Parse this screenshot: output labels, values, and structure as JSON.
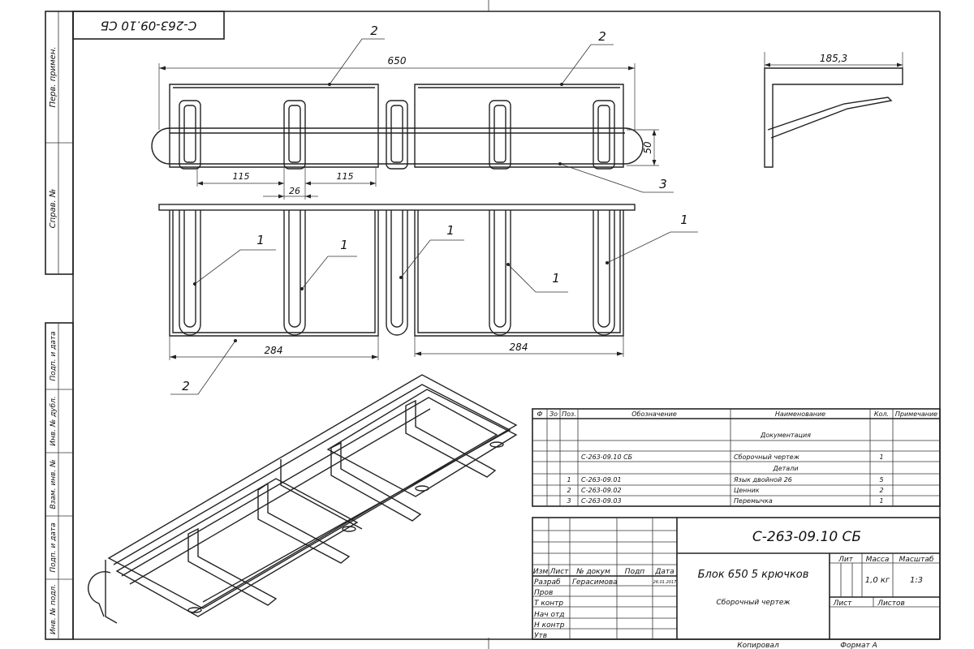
{
  "code_stamp": "С-263-09.10 СБ",
  "side_strip": [
    "Перв. примен.",
    "Справ. №",
    "Подп. и дата",
    "Инв. № дубл.",
    "Взам. инв. №",
    "Подп. и дата",
    "Инв. № подл."
  ],
  "dims": {
    "total": "650",
    "depth": "185,3",
    "height": "50",
    "pitch_left": "115",
    "pitch_right": "115",
    "gap": "26",
    "width_left": "284",
    "width_right": "284"
  },
  "callouts": {
    "top_left": "2",
    "top_right": "2",
    "bar": "3",
    "hook_a": "1",
    "hook_b": "1",
    "hook_c": "1",
    "hook_d": "1",
    "hook_e": "1",
    "bottom": "2"
  },
  "spec": {
    "headers": [
      "Ф",
      "Зо",
      "Поз.",
      "Обозначение",
      "Наименование",
      "Кол.",
      "Примечание"
    ],
    "rows": [
      {
        "f": "",
        "zo": "",
        "pos": "",
        "code": "",
        "name": "",
        "qty": "",
        "note": ""
      },
      {
        "f": "",
        "zo": "",
        "pos": "",
        "code": "",
        "name": "Документация",
        "qty": "",
        "note": ""
      },
      {
        "f": "",
        "zo": "",
        "pos": "",
        "code": "",
        "name": "",
        "qty": "",
        "note": ""
      },
      {
        "f": "",
        "zo": "",
        "pos": "",
        "code": "С-263-09.10 СБ",
        "name": "Сборочный чертеж",
        "qty": "1",
        "note": ""
      },
      {
        "f": "",
        "zo": "",
        "pos": "",
        "code": "",
        "name": "Детали",
        "qty": "",
        "note": ""
      },
      {
        "f": "",
        "zo": "",
        "pos": "1",
        "code": "С-263-09.01",
        "name": "Язык двойной 26",
        "qty": "5",
        "note": ""
      },
      {
        "f": "",
        "zo": "",
        "pos": "2",
        "code": "С-263-09.02",
        "name": "Ценник",
        "qty": "2",
        "note": ""
      },
      {
        "f": "",
        "zo": "",
        "pos": "3",
        "code": "С-263-09.03",
        "name": "Перемычка",
        "qty": "1",
        "note": ""
      }
    ]
  },
  "title_block": {
    "designation": "С-263-09.10 СБ",
    "name": "Блок 650 5 крючков",
    "doc_type": "Сборочный чертеж",
    "lit_label": "Лит",
    "mass_label": "Масса",
    "scale_label": "Масштаб",
    "mass": "1,0 кг",
    "scale": "1:3",
    "sheet_label": "Лист",
    "sheets_label": "Листов",
    "col_izm": "Изм",
    "col_list": "Лист",
    "col_doc": "№ докум",
    "col_sign": "Подп",
    "col_date": "Дата",
    "razrab": "Разраб",
    "razrab_name": "Герасимова",
    "razrab_date": "26.01.2017",
    "prov": "Пров",
    "tkontr": "Т контр",
    "nach": "Нач отд",
    "nkontr": "Н контр",
    "utv": "Утв"
  },
  "footer": {
    "copied": "Копировал",
    "format": "Формат А"
  }
}
